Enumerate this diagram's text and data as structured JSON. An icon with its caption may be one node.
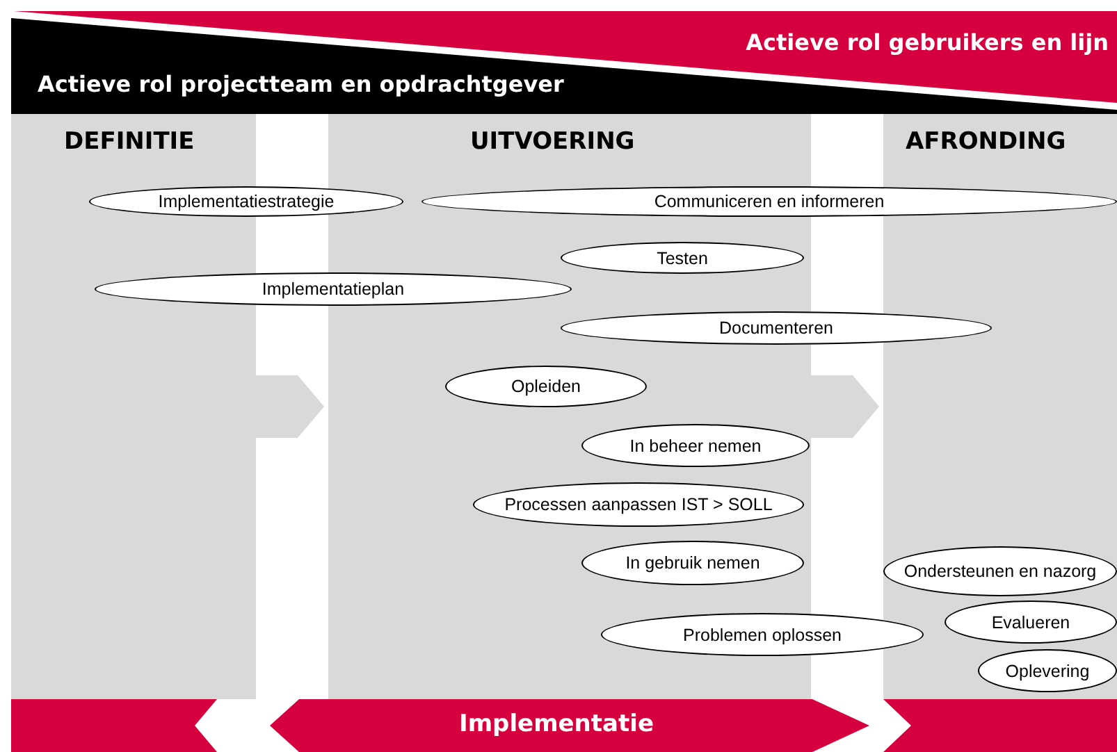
{
  "diagram": {
    "nodes": [
      {
        "text": [
          "Actieve rol gebruikers en lijn"
        ]
      },
      {
        "text": [
          "Actieve rol projectteam en opdrachtgever"
        ]
      },
      {
        "text": [
          "DEFINITIE"
        ]
      },
      {
        "text": [
          "UITVOERING"
        ]
      },
      {
        "text": [
          "AFRONDING"
        ]
      },
      {
        "text": [
          "Implementatiestrategie"
        ]
      },
      {
        "text": [
          "Communiceren en informeren"
        ]
      },
      {
        "text": [
          "Testen"
        ],
        "in": 3
      },
      {
        "text": [
          "Implementatieplan"
        ]
      },
      {
        "text": [
          "Documenteren"
        ]
      },
      {
        "text": [
          "Opleiden"
        ],
        "in": 3
      },
      {
        "text": [
          "In beheer nemen"
        ],
        "in": 3
      },
      {
        "text": [
          "Processen aanpassen IST > SOLL"
        ],
        "in": 3
      },
      {
        "text": [
          "In gebruik nemen"
        ],
        "in": 3
      },
      {
        "text": [
          "Problemen oplossen"
        ]
      },
      {
        "text": [
          "Ondersteunen en nazorg"
        ],
        "in": 4
      },
      {
        "text": [
          "Evalueren"
        ],
        "in": 4
      },
      {
        "text": [
          "Oplevering"
        ],
        "in": 4
      },
      {
        "text": [
          "Implementatie"
        ]
      }
    ],
    "edges": [
      {
        "from": 2,
        "to": 3,
        "arrow": "to"
      },
      {
        "from": 3,
        "to": 4,
        "arrow": "to"
      }
    ]
  }
}
